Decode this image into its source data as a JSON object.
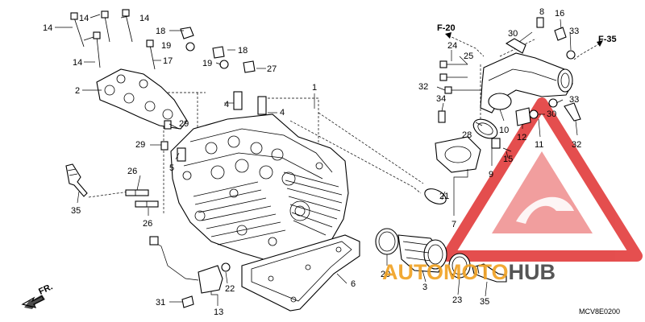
{
  "callouts": [
    {
      "id": "c14a",
      "label": "14"
    },
    {
      "id": "c14b",
      "label": "14"
    },
    {
      "id": "c14c",
      "label": "14"
    },
    {
      "id": "c14d",
      "label": "14"
    },
    {
      "id": "c2",
      "label": "2"
    },
    {
      "id": "c18a",
      "label": "18"
    },
    {
      "id": "c19a",
      "label": "19"
    },
    {
      "id": "c17",
      "label": "17"
    },
    {
      "id": "c18b",
      "label": "18"
    },
    {
      "id": "c19b",
      "label": "19"
    },
    {
      "id": "c27",
      "label": "27"
    },
    {
      "id": "c1",
      "label": "1"
    },
    {
      "id": "c4a",
      "label": "4"
    },
    {
      "id": "c4b",
      "label": "4"
    },
    {
      "id": "c29a",
      "label": "29"
    },
    {
      "id": "c29b",
      "label": "29"
    },
    {
      "id": "c5",
      "label": "5"
    },
    {
      "id": "c26a",
      "label": "26"
    },
    {
      "id": "c26b",
      "label": "26"
    },
    {
      "id": "c35a",
      "label": "35"
    },
    {
      "id": "c8",
      "label": "8"
    },
    {
      "id": "c16",
      "label": "16"
    },
    {
      "id": "c30a",
      "label": "30"
    },
    {
      "id": "c33a",
      "label": "33"
    },
    {
      "id": "c24",
      "label": "24"
    },
    {
      "id": "c25",
      "label": "25"
    },
    {
      "id": "c32a",
      "label": "32"
    },
    {
      "id": "c34",
      "label": "34"
    },
    {
      "id": "c33b",
      "label": "33"
    },
    {
      "id": "c30b",
      "label": "30"
    },
    {
      "id": "c28",
      "label": "28"
    },
    {
      "id": "c10",
      "label": "10"
    },
    {
      "id": "c12",
      "label": "12"
    },
    {
      "id": "c11",
      "label": "11"
    },
    {
      "id": "c32b",
      "label": "32"
    },
    {
      "id": "c9",
      "label": "9"
    },
    {
      "id": "c15",
      "label": "15"
    },
    {
      "id": "c21",
      "label": "21"
    },
    {
      "id": "c7",
      "label": "7"
    },
    {
      "id": "c6",
      "label": "6"
    },
    {
      "id": "c20",
      "label": "20"
    },
    {
      "id": "c3",
      "label": "3"
    },
    {
      "id": "c23",
      "label": "23"
    },
    {
      "id": "c35b",
      "label": "35"
    },
    {
      "id": "c22",
      "label": "22"
    },
    {
      "id": "c13",
      "label": "13"
    },
    {
      "id": "c31",
      "label": "31"
    }
  ],
  "references": {
    "f20": "F-20",
    "f35": "F-35"
  },
  "front_marker": "FR.",
  "diagram_code": "MCV8E0200",
  "watermark": {
    "part1": "AUTO",
    "part2": "MOTO",
    "part3": "HUB",
    "color_orange": "#f0a020",
    "color_red": "#e03030",
    "color_dark": "#444444"
  }
}
